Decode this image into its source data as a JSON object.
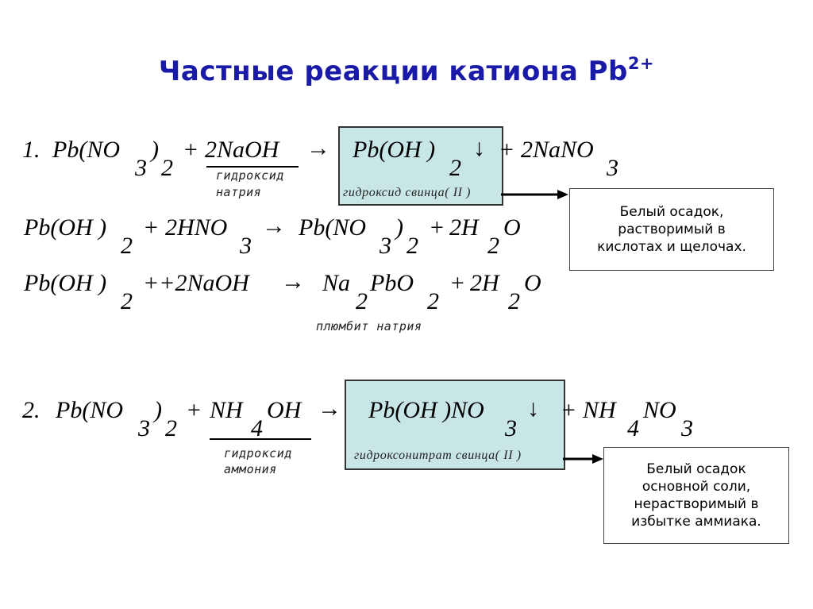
{
  "title": {
    "text": "Частные реакции катиона Pb",
    "sup": "2+"
  },
  "reaction1": {
    "number": "1.",
    "lhs": "Pb(NO",
    "sub3": "3",
    "rp": ")",
    "sub2": "2",
    "plus1": "+",
    "reagent": "2NaOH",
    "arrow": "→",
    "product": "Pb(OH )",
    "prodSub": "2",
    "down": "↓",
    "plus2": "+",
    "byprod": "2NaNO",
    "byprodSub": "3",
    "reagentCaption1": "гидроксид",
    "reagentCaption2": "натрия",
    "productCaption": "гидроксид свинца",
    "productCaptionOx": "( II )"
  },
  "reaction1b": {
    "a": "Pb(OH )",
    "aSub": "2",
    "p1": "+",
    "b": "2HNO",
    "bSub": "3",
    "arrow": "→",
    "c": "Pb(NO",
    "cSub1": "3",
    "cRp": ")",
    "cSub2": "2",
    "p2": "+",
    "d": "2H",
    "dSub": "2",
    "dEnd": "O"
  },
  "reaction1c": {
    "a": "Pb(OH )",
    "aSub": "2",
    "p1": "++2NaOH",
    "arrow": "→",
    "b": "Na",
    "bSub1": "2",
    "bMid": "PbO",
    "bSub2": "2",
    "p2": "+",
    "c": "2H",
    "cSub": "2",
    "cEnd": "O",
    "caption": "плюмбит натрия"
  },
  "note1": {
    "lines": [
      "Белый осадок,",
      "растворимый в",
      "кислотах и щелочах."
    ]
  },
  "reaction2": {
    "number": "2.",
    "lhs": "Pb(NO",
    "sub3": "3",
    "rp": ")",
    "sub2": "2",
    "plus1": "+",
    "reagent": "NH",
    "reagentSub": "4",
    "reagentEnd": "OH",
    "arrow": "→",
    "product": "Pb(OH )NO",
    "prodSub": "3",
    "down": "↓",
    "plus2": "+",
    "byprod": "NH",
    "byprodSub1": "4",
    "byprodMid": "NO",
    "byprodSub2": "3",
    "reagentCaption1": "гидроксид",
    "reagentCaption2": "аммония",
    "productCaption": "гидроксонитрат свинца",
    "productCaptionOx": "( II )"
  },
  "note2": {
    "lines": [
      "Белый осадок",
      "основной соли,",
      "нерастворимый в",
      "избытке аммиака."
    ]
  }
}
